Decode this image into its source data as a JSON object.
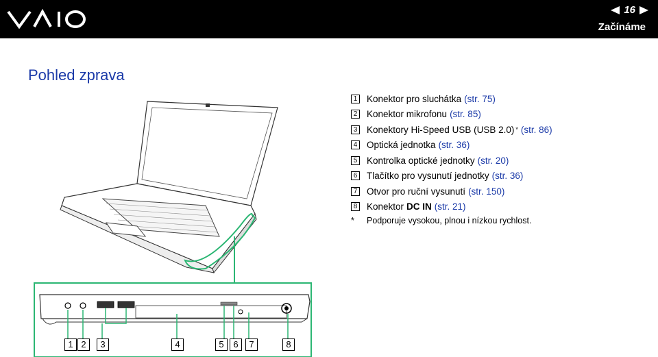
{
  "header": {
    "logo_text": "VAIO",
    "page_number": "16",
    "section": "Začínáme"
  },
  "page_title": "Pohled zprava",
  "items": [
    {
      "num": "1",
      "text": "Konektor pro sluchátka",
      "ref": "(str. 75)"
    },
    {
      "num": "2",
      "text": "Konektor mikrofonu",
      "ref": "(str. 85)"
    },
    {
      "num": "3",
      "text": "Konektory Hi-Speed USB (USB 2.0)",
      "sup": "*",
      "ref": "(str. 86)"
    },
    {
      "num": "4",
      "text": "Optická jednotka",
      "ref": "(str. 36)"
    },
    {
      "num": "5",
      "text": "Kontrolka optické jednotky",
      "ref": "(str. 20)"
    },
    {
      "num": "6",
      "text": "Tlačítko pro vysunutí jednotky",
      "ref": "(str. 36)"
    },
    {
      "num": "7",
      "text": "Otvor pro ruční vysunutí",
      "ref": "(str. 150)"
    },
    {
      "num": "8",
      "text": "Konektor",
      "bold": "DC IN",
      "ref": "(str. 21)"
    }
  ],
  "footnote": {
    "mark": "*",
    "text": "Podporuje vysokou, plnou i nízkou rychlost."
  },
  "callouts": [
    "1",
    "2",
    "3",
    "4",
    "5",
    "6",
    "7",
    "8"
  ],
  "colors": {
    "link": "#1b3aa8",
    "header_bg": "#000000"
  }
}
